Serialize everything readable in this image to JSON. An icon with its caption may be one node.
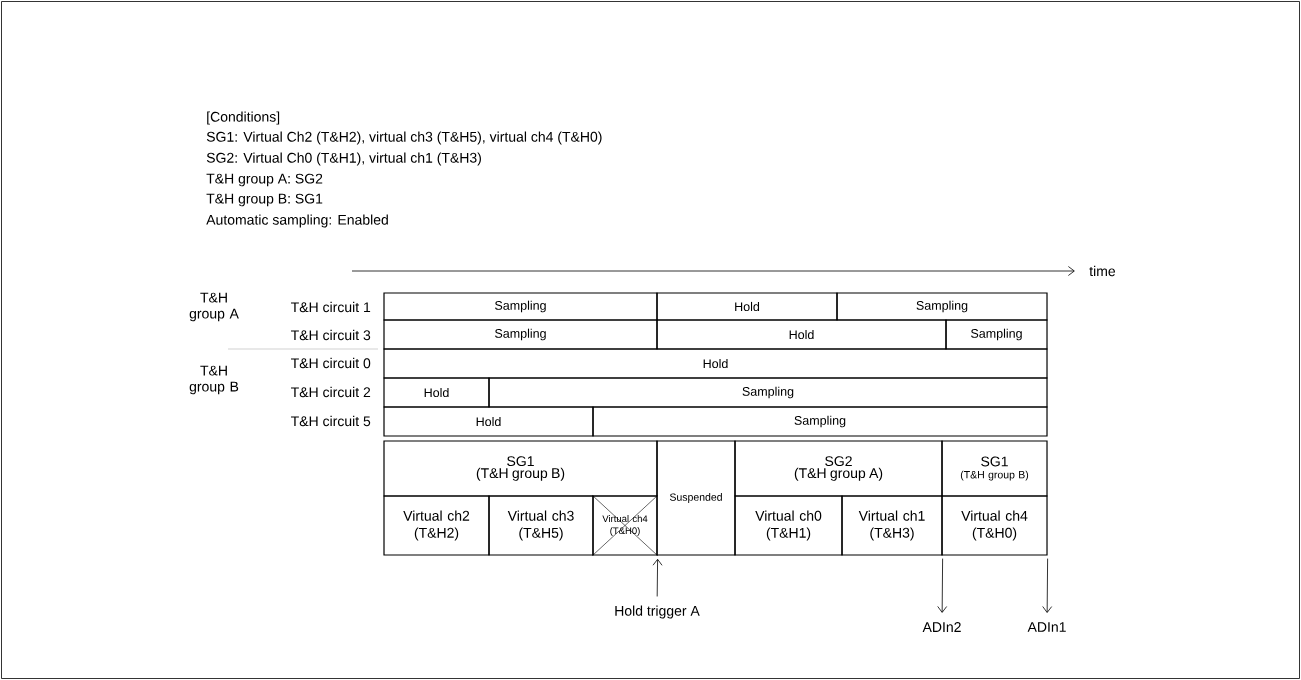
{
  "diagram": {
    "nodes": [
      {
        "text": [
          "Sampling"
        ]
      },
      {
        "text": [
          "Hold"
        ]
      },
      {
        "text": [
          "Sampling"
        ]
      },
      {
        "text": [
          "Sampling"
        ]
      },
      {
        "text": [
          "Hold"
        ]
      },
      {
        "text": [
          "Sampling"
        ]
      },
      {
        "text": [
          "Hold"
        ]
      },
      {
        "text": [
          "Hold"
        ]
      },
      {
        "text": [
          "Sampling"
        ]
      },
      {
        "text": [
          "Hold"
        ]
      },
      {
        "text": [
          "Sampling"
        ]
      },
      {
        "text": [
          "SG1",
          "(T&H group B)"
        ]
      },
      {
        "text": [
          "Suspended"
        ]
      },
      {
        "text": [
          "SG2",
          "(T&H group A)"
        ]
      },
      {
        "text": [
          "SG1",
          "(T&H group B)"
        ]
      },
      {
        "text": [
          "Virtual ch2 (T&H2)"
        ]
      },
      {
        "text": [
          "Virtual ch3 (T&H5)"
        ]
      },
      {
        "text": [
          "Virtual ch4 (T&H0)"
        ]
      },
      {
        "text": [
          "Virtual ch0 (T&H1)"
        ]
      },
      {
        "text": [
          "Virtual ch1 (T&H3)"
        ]
      },
      {
        "text": [
          "Virtual ch4 (T&H0)"
        ]
      },
      {
        "text": [
          "Hold trigger A"
        ]
      },
      {
        "text": [
          "ADIn2"
        ]
      },
      {
        "text": [
          "ADIn1"
        ]
      }
    ],
    "edges": [
      {
        "from": 21,
        "to": 17,
        "arrow": "to"
      },
      {
        "from": 19,
        "to": 22,
        "arrow": "to"
      },
      {
        "from": 20,
        "to": 23,
        "arrow": "to"
      }
    ],
    "labels": [
      "[Conditions]",
      "SG1: Virtual Ch2 (T&H2), virtual ch3 (T&H5), virtual ch4 (T&H0)",
      "SG2: Virtual Ch0 (T&H1), virtual ch1 (T&H3)",
      "T&H group A: SG2",
      "T&H group B: SG1",
      "Automatic sampling: Enabled",
      "time",
      "T&H group A",
      "T&H circuit 1",
      "T&H circuit 3",
      "T&H circuit 0",
      "T&H group B",
      "T&H circuit 2",
      "T&H circuit 5"
    ]
  }
}
